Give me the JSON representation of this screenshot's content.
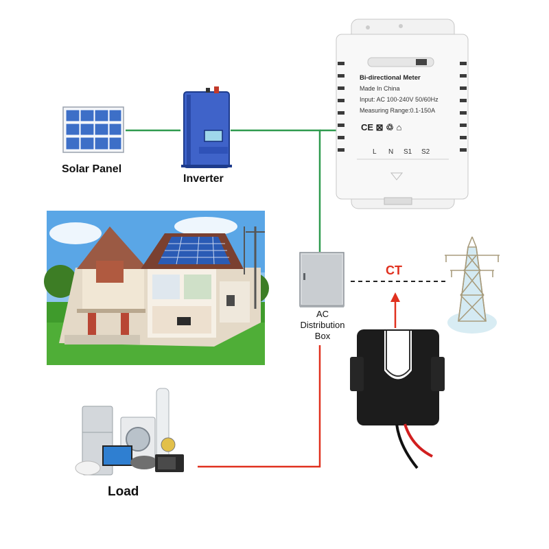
{
  "labels": {
    "solar_panel": "Solar Panel",
    "inverter": "Inverter",
    "ac_box_line1": "AC",
    "ac_box_line2": "Distribution",
    "ac_box_line3": "Box",
    "ct": "CT",
    "load": "Load"
  },
  "meter": {
    "title": "Bi-directional Meter",
    "line1": "Made In China",
    "line2": "Input: AC 100-240V 50/60Hz",
    "line3": "Measuring Range:0.1-150A",
    "marks": "CE  ⊠  ♲  ⌂",
    "terminal_l": "L",
    "terminal_n": "N",
    "terminal_s1": "S1",
    "terminal_s2": "S2"
  },
  "colors": {
    "green_wire": "#2e9a4e",
    "red_wire": "#e0301e",
    "ct_label": "#e0301e",
    "inverter_body": "#3f63c9"
  }
}
